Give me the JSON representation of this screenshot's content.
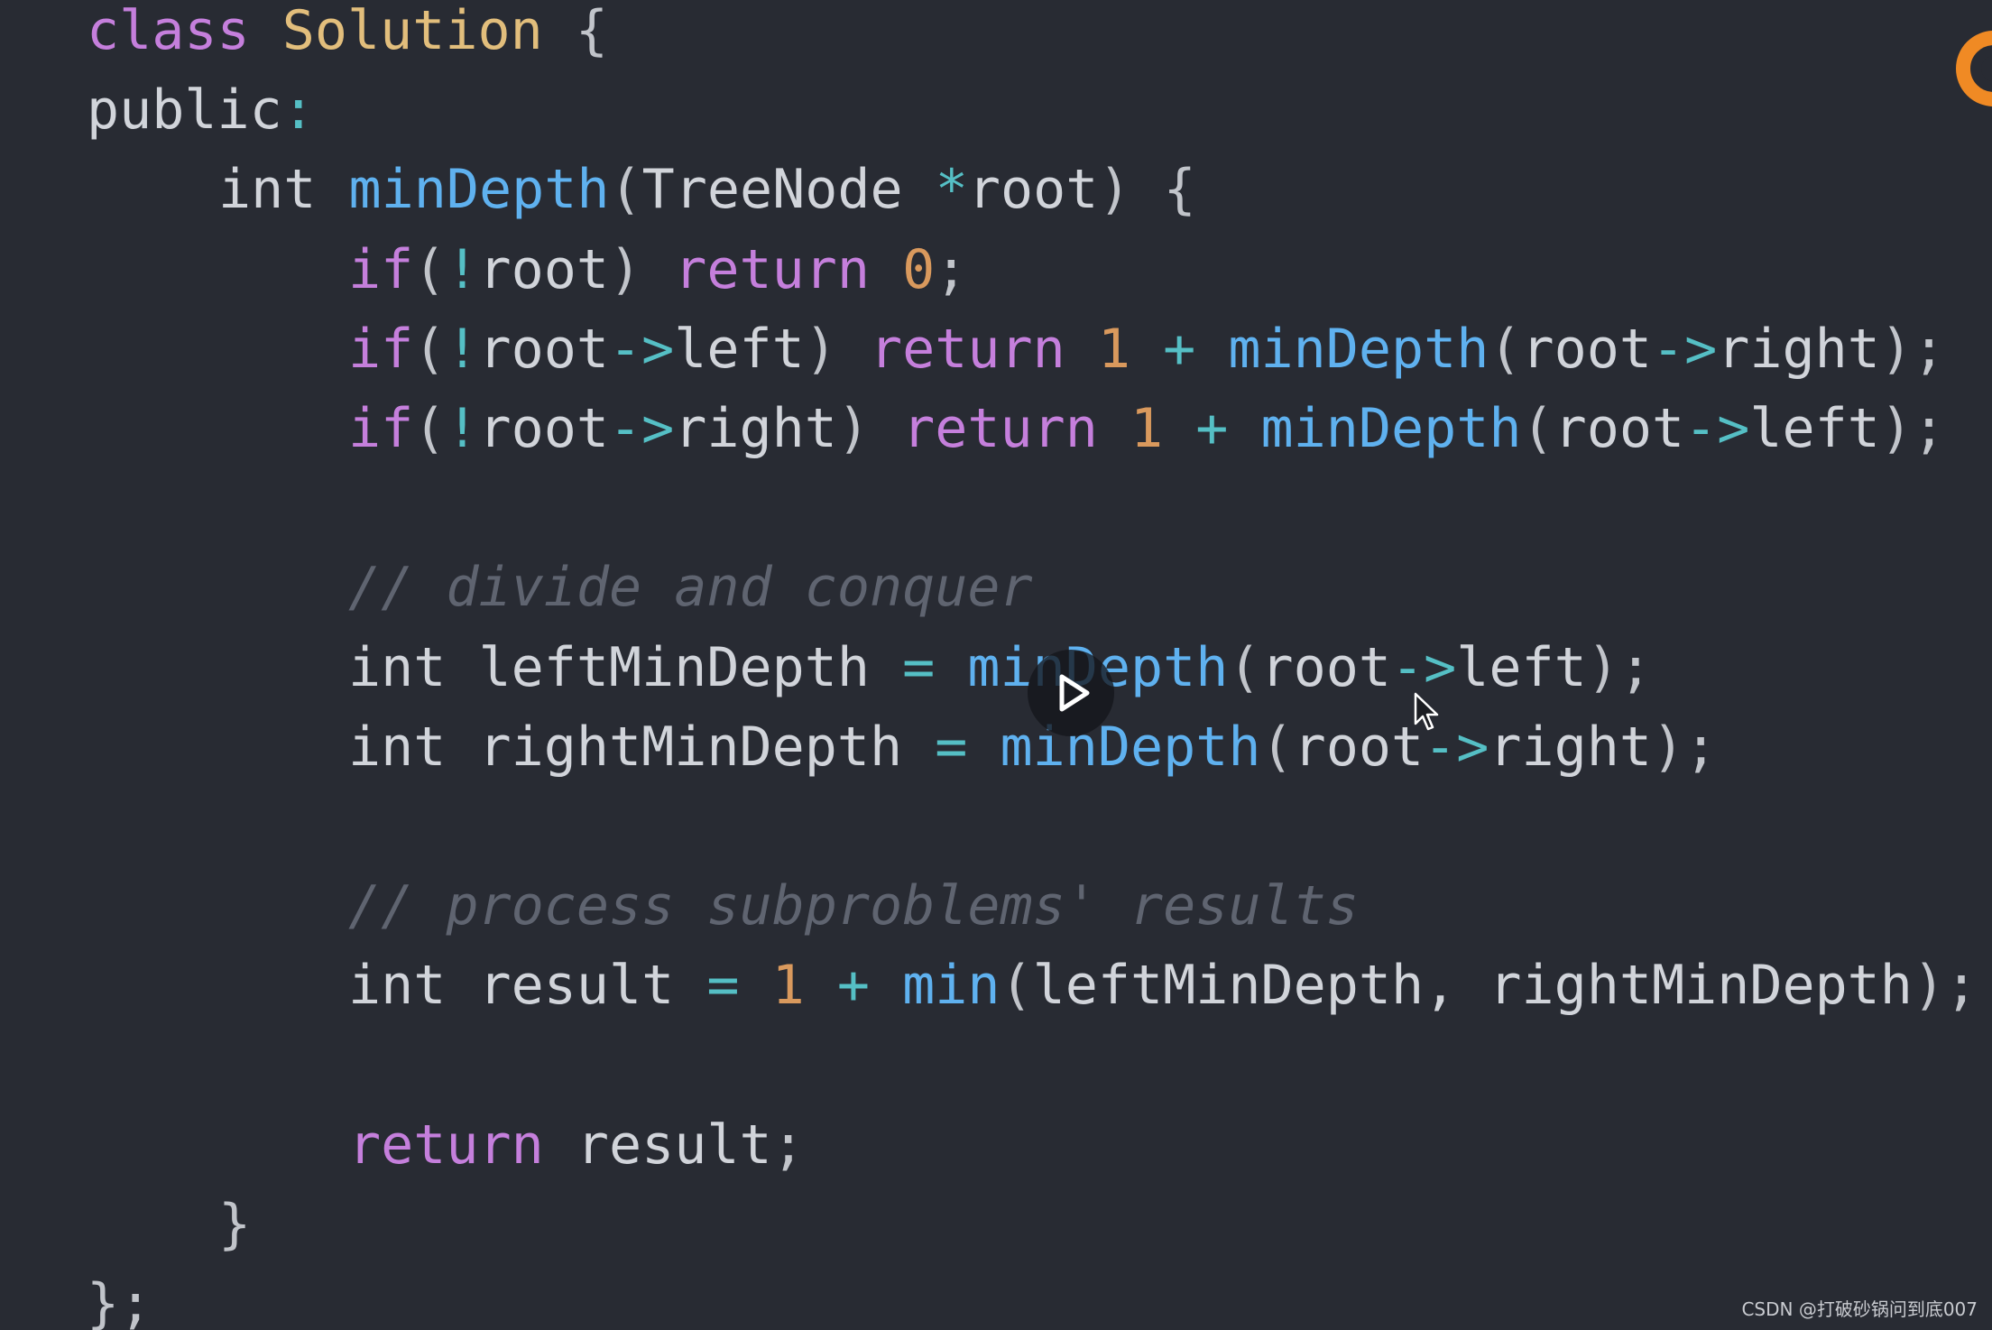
{
  "colors": {
    "background": "#282b33",
    "keyword": "#c57fdc",
    "type": "#e2be7c",
    "function": "#5fb1ef",
    "operator": "#55bfc5",
    "number": "#d9995d",
    "comment": "#5f6470",
    "identifier": "#d1d4da"
  },
  "code_lines": [
    {
      "indent": 0,
      "tokens": [
        {
          "t": "class",
          "k": "kw"
        },
        {
          "t": " ",
          "k": "id"
        },
        {
          "t": "Solution",
          "k": "type"
        },
        {
          "t": " {",
          "k": "pun"
        }
      ]
    },
    {
      "indent": 0,
      "tokens": [
        {
          "t": "public",
          "k": "id"
        },
        {
          "t": ":",
          "k": "op"
        }
      ]
    },
    {
      "indent": 1,
      "tokens": [
        {
          "t": "int",
          "k": "id"
        },
        {
          "t": " ",
          "k": "id"
        },
        {
          "t": "minDepth",
          "k": "fn"
        },
        {
          "t": "(",
          "k": "pun"
        },
        {
          "t": "TreeNode",
          "k": "id"
        },
        {
          "t": " ",
          "k": "id"
        },
        {
          "t": "*",
          "k": "op"
        },
        {
          "t": "root",
          "k": "id"
        },
        {
          "t": ") {",
          "k": "pun"
        }
      ]
    },
    {
      "indent": 2,
      "tokens": [
        {
          "t": "if",
          "k": "kw"
        },
        {
          "t": "(",
          "k": "pun"
        },
        {
          "t": "!",
          "k": "op"
        },
        {
          "t": "root",
          "k": "id"
        },
        {
          "t": ") ",
          "k": "pun"
        },
        {
          "t": "return",
          "k": "kw"
        },
        {
          "t": " ",
          "k": "id"
        },
        {
          "t": "0",
          "k": "num"
        },
        {
          "t": ";",
          "k": "pun"
        }
      ]
    },
    {
      "indent": 2,
      "tokens": [
        {
          "t": "if",
          "k": "kw"
        },
        {
          "t": "(",
          "k": "pun"
        },
        {
          "t": "!",
          "k": "op"
        },
        {
          "t": "root",
          "k": "id"
        },
        {
          "t": "->",
          "k": "op"
        },
        {
          "t": "left",
          "k": "id"
        },
        {
          "t": ") ",
          "k": "pun"
        },
        {
          "t": "return",
          "k": "kw"
        },
        {
          "t": " ",
          "k": "id"
        },
        {
          "t": "1",
          "k": "num"
        },
        {
          "t": " ",
          "k": "id"
        },
        {
          "t": "+",
          "k": "op"
        },
        {
          "t": " ",
          "k": "id"
        },
        {
          "t": "minDepth",
          "k": "fn"
        },
        {
          "t": "(",
          "k": "pun"
        },
        {
          "t": "root",
          "k": "id"
        },
        {
          "t": "->",
          "k": "op"
        },
        {
          "t": "right",
          "k": "id"
        },
        {
          "t": ");",
          "k": "pun"
        }
      ]
    },
    {
      "indent": 2,
      "tokens": [
        {
          "t": "if",
          "k": "kw"
        },
        {
          "t": "(",
          "k": "pun"
        },
        {
          "t": "!",
          "k": "op"
        },
        {
          "t": "root",
          "k": "id"
        },
        {
          "t": "->",
          "k": "op"
        },
        {
          "t": "right",
          "k": "id"
        },
        {
          "t": ") ",
          "k": "pun"
        },
        {
          "t": "return",
          "k": "kw"
        },
        {
          "t": " ",
          "k": "id"
        },
        {
          "t": "1",
          "k": "num"
        },
        {
          "t": " ",
          "k": "id"
        },
        {
          "t": "+",
          "k": "op"
        },
        {
          "t": " ",
          "k": "id"
        },
        {
          "t": "minDepth",
          "k": "fn"
        },
        {
          "t": "(",
          "k": "pun"
        },
        {
          "t": "root",
          "k": "id"
        },
        {
          "t": "->",
          "k": "op"
        },
        {
          "t": "left",
          "k": "id"
        },
        {
          "t": ");",
          "k": "pun"
        }
      ]
    },
    {
      "indent": 0,
      "tokens": []
    },
    {
      "indent": 2,
      "tokens": [
        {
          "t": "// divide and conquer",
          "k": "cm"
        }
      ]
    },
    {
      "indent": 2,
      "tokens": [
        {
          "t": "int",
          "k": "id"
        },
        {
          "t": " leftMinDepth ",
          "k": "id"
        },
        {
          "t": "=",
          "k": "op"
        },
        {
          "t": " ",
          "k": "id"
        },
        {
          "t": "minDepth",
          "k": "fn"
        },
        {
          "t": "(",
          "k": "pun"
        },
        {
          "t": "root",
          "k": "id"
        },
        {
          "t": "->",
          "k": "op"
        },
        {
          "t": "left",
          "k": "id"
        },
        {
          "t": ");",
          "k": "pun"
        }
      ]
    },
    {
      "indent": 2,
      "tokens": [
        {
          "t": "int",
          "k": "id"
        },
        {
          "t": " rightMinDepth ",
          "k": "id"
        },
        {
          "t": "=",
          "k": "op"
        },
        {
          "t": " ",
          "k": "id"
        },
        {
          "t": "minDepth",
          "k": "fn"
        },
        {
          "t": "(",
          "k": "pun"
        },
        {
          "t": "root",
          "k": "id"
        },
        {
          "t": "->",
          "k": "op"
        },
        {
          "t": "right",
          "k": "id"
        },
        {
          "t": ");",
          "k": "pun"
        }
      ]
    },
    {
      "indent": 0,
      "tokens": []
    },
    {
      "indent": 2,
      "tokens": [
        {
          "t": "// process subproblems' results",
          "k": "cm"
        }
      ]
    },
    {
      "indent": 2,
      "tokens": [
        {
          "t": "int",
          "k": "id"
        },
        {
          "t": " result ",
          "k": "id"
        },
        {
          "t": "=",
          "k": "op"
        },
        {
          "t": " ",
          "k": "id"
        },
        {
          "t": "1",
          "k": "num"
        },
        {
          "t": " ",
          "k": "id"
        },
        {
          "t": "+",
          "k": "op"
        },
        {
          "t": " ",
          "k": "id"
        },
        {
          "t": "min",
          "k": "fn"
        },
        {
          "t": "(",
          "k": "pun"
        },
        {
          "t": "leftMinDepth, rightMinDepth",
          "k": "id"
        },
        {
          "t": ");",
          "k": "pun"
        }
      ]
    },
    {
      "indent": 0,
      "tokens": []
    },
    {
      "indent": 2,
      "tokens": [
        {
          "t": "return",
          "k": "kw"
        },
        {
          "t": " result",
          "k": "id"
        },
        {
          "t": ";",
          "k": "pun"
        }
      ]
    },
    {
      "indent": 1,
      "tokens": [
        {
          "t": "}",
          "k": "pun"
        }
      ]
    },
    {
      "indent": 0,
      "tokens": [
        {
          "t": "};",
          "k": "pun"
        }
      ]
    }
  ],
  "player": {
    "play_icon": "play-icon",
    "cursor_icon": "mouse-pointer-icon"
  },
  "logo_icon": "orange-logo-icon",
  "watermark": "CSDN @打破砂锅问到底007"
}
